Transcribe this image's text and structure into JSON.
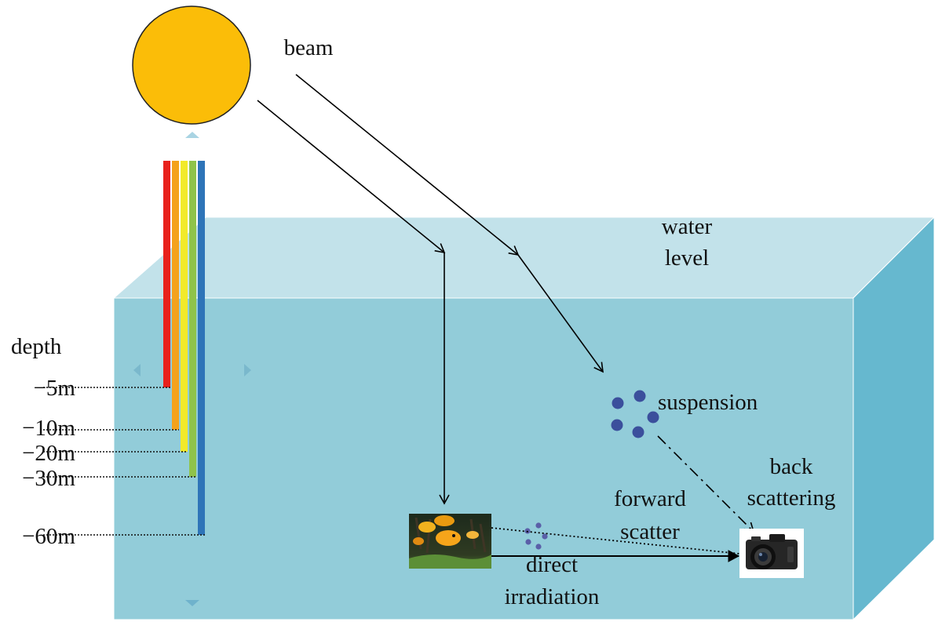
{
  "labels": {
    "beam": "beam",
    "water_level_line1": "water",
    "water_level_line2": "level",
    "depth": "depth",
    "suspension": "suspension",
    "back_scattering_line1": "back",
    "back_scattering_line2": "scattering",
    "forward_scatter_line1": "forward",
    "forward_scatter_line2": "scatter",
    "direct_irradiation_line1": "direct",
    "direct_irradiation_line2": "irradiation"
  },
  "depth_marks": [
    {
      "label": "−5m",
      "color": "#e8211c"
    },
    {
      "label": "−10m",
      "color": "#f4a21c"
    },
    {
      "label": "−20m",
      "color": "#f2ea2a"
    },
    {
      "label": "−30m",
      "color": "#8fc34a"
    },
    {
      "label": "−60m",
      "color": "#2e74b8"
    }
  ],
  "colors": {
    "sun_fill": "#fbbd08",
    "water_top": "#c2e2ea",
    "water_front": "#92ccd9",
    "water_side": "#66b8cf",
    "particle": "#3b4f9c",
    "particle_small": "#5a5fa8"
  },
  "icons": {
    "sun": "sun-circle",
    "camera": "camera-icon",
    "fish_photo": "fish-image-icon"
  }
}
